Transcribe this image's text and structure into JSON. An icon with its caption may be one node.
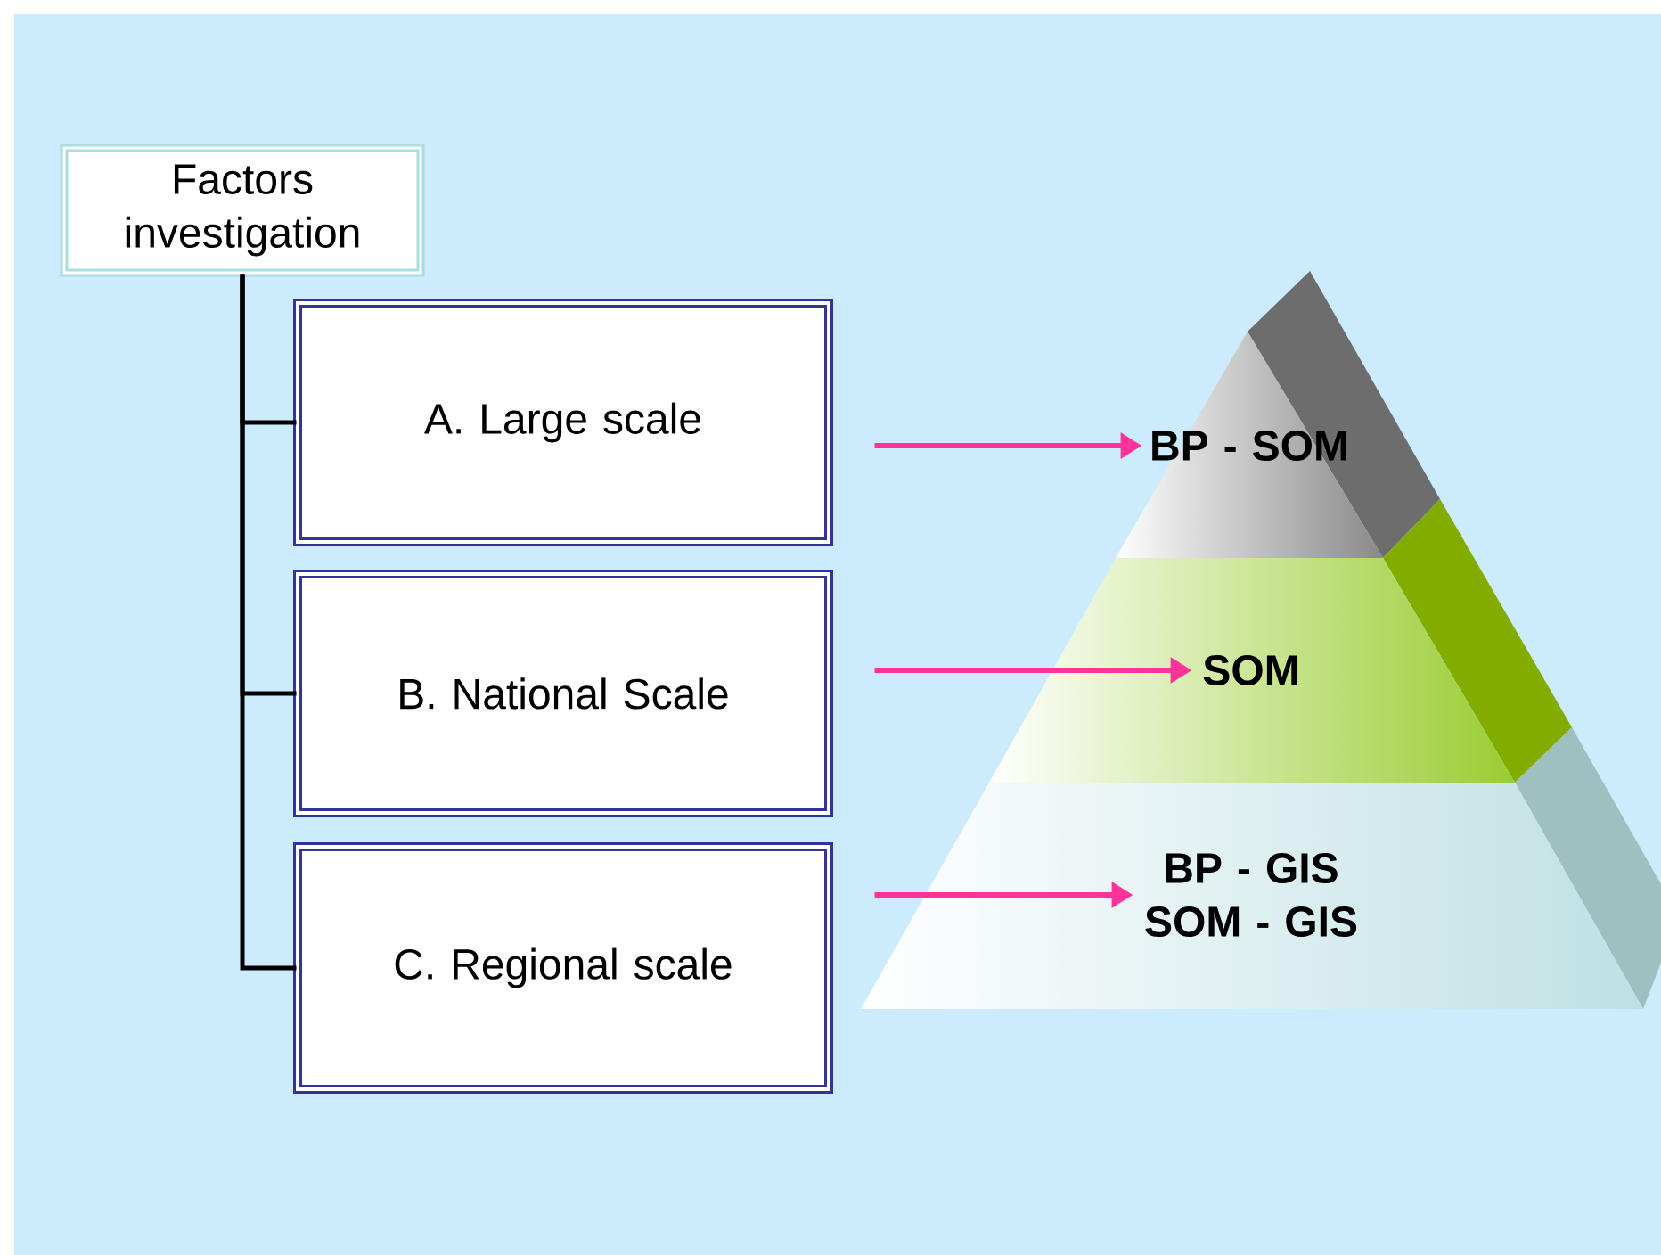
{
  "diagram": {
    "nodes": [
      {
        "text": [
          "Factors investigation"
        ]
      },
      {
        "text": [
          "A. Large scale"
        ]
      },
      {
        "text": [
          "B. National Scale"
        ]
      },
      {
        "text": [
          "C. Regional scale"
        ]
      },
      {
        "text": [
          "BP - SOM"
        ]
      },
      {
        "text": [
          "SOM"
        ]
      },
      {
        "text": [
          "BP - GIS SOM - GIS"
        ]
      }
    ],
    "edges": [
      {
        "from": 0,
        "to": 1,
        "arrow": "none"
      },
      {
        "from": 0,
        "to": 2,
        "arrow": "none"
      },
      {
        "from": 0,
        "to": 3,
        "arrow": "none"
      },
      {
        "from": 1,
        "to": 4,
        "arrow": "to",
        "color": "#ff3399"
      },
      {
        "from": 2,
        "to": 5,
        "arrow": "to",
        "color": "#ff3399"
      },
      {
        "from": 3,
        "to": 6,
        "arrow": "to",
        "color": "#ff3399"
      }
    ]
  }
}
